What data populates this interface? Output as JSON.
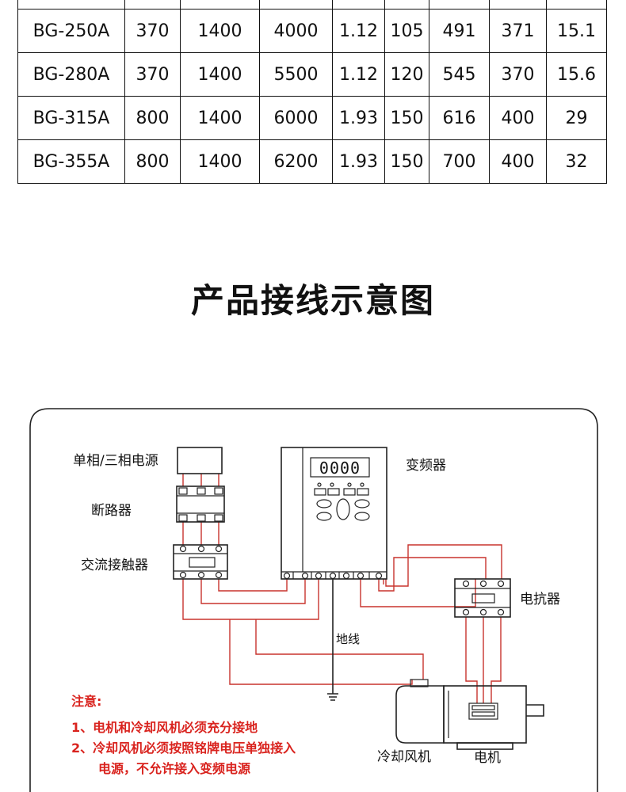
{
  "spec_table": {
    "rows": [
      [
        "BG-250A",
        "370",
        "1400",
        "4000",
        "1.12",
        "105",
        "491",
        "371",
        "15.1"
      ],
      [
        "BG-280A",
        "370",
        "1400",
        "5500",
        "1.12",
        "120",
        "545",
        "370",
        "15.6"
      ],
      [
        "BG-315A",
        "800",
        "1400",
        "6000",
        "1.93",
        "150",
        "616",
        "400",
        "29"
      ],
      [
        "BG-355A",
        "800",
        "1400",
        "6200",
        "1.93",
        "150",
        "700",
        "400",
        "32"
      ]
    ]
  },
  "section_title": "产品接线示意图",
  "diagram": {
    "labels": {
      "power_source": "单相/三相电源",
      "circuit_breaker": "断路器",
      "ac_contactor": "交流接触器",
      "inverter": "变频器",
      "reactor": "电抗器",
      "ground_wire": "地线",
      "cooling_fan": "冷却风机",
      "motor": "电机"
    },
    "inverter_display": "0000",
    "notes": {
      "title": "注意:",
      "items": [
        "1、电机和冷却风机必须充分接地",
        "2、冷却风机必须按照铭牌电压单独接入",
        "电源，不允许接入变频电源"
      ]
    },
    "colors": {
      "wire": "#c8342d",
      "outline": "#222222",
      "note": "#d9231e"
    }
  }
}
